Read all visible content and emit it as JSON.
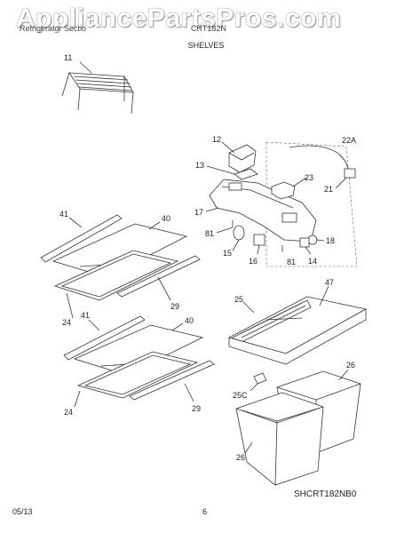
{
  "watermark": "AppliancePartsPros.com",
  "header": {
    "left_text": "Refrigerator Sectio",
    "right_text": "CRT182N",
    "section_title": "SHELVES"
  },
  "callouts": {
    "c11": "11",
    "c12": "12",
    "c13": "13",
    "c22a": "22A",
    "c23": "23",
    "c21": "21",
    "c17": "17",
    "c41a": "41",
    "c40a": "40",
    "c81a": "81",
    "c15": "15",
    "c16": "16",
    "c18": "18",
    "c14": "14",
    "c81b": "81",
    "c29a": "29",
    "c24a": "24",
    "c25": "25",
    "c47": "47",
    "c41b": "41",
    "c40b": "40",
    "c26a": "26",
    "c25c": "25C",
    "c24b": "24",
    "c29b": "29",
    "c26b": "26"
  },
  "model_code": "SHCRT182NB0",
  "footer": {
    "date": "05/13",
    "page": "6"
  }
}
